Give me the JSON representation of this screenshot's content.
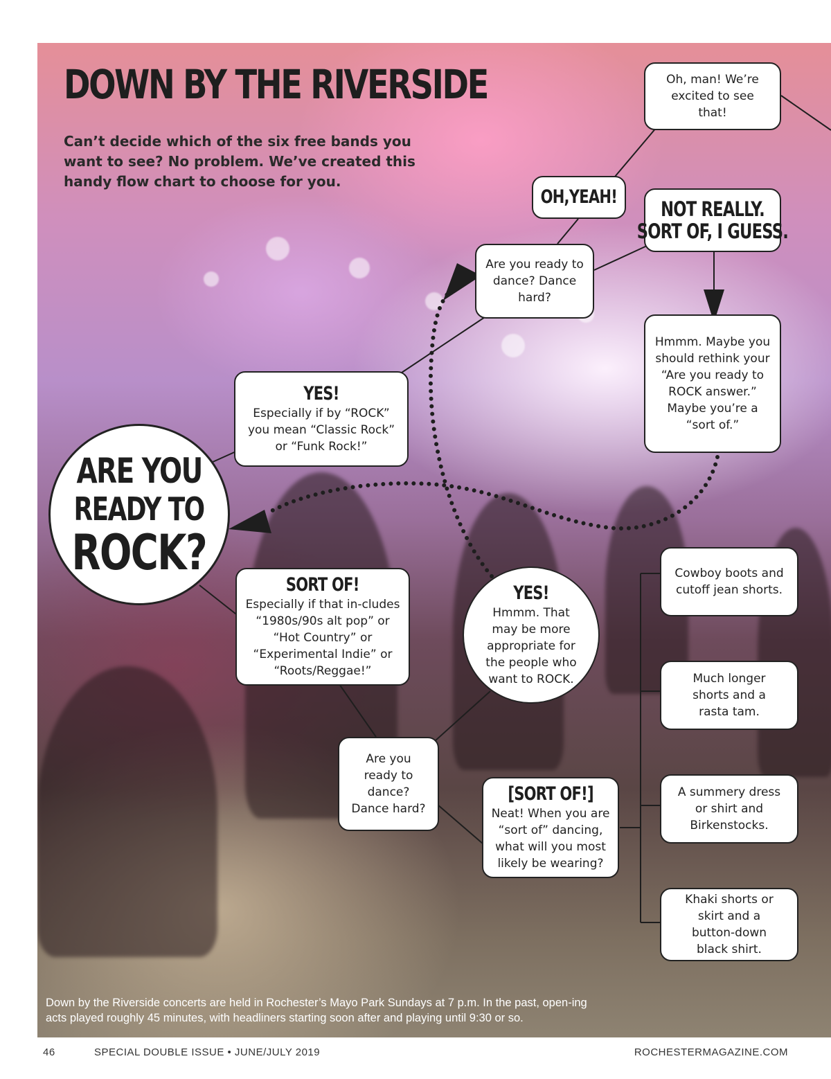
{
  "header": {
    "title": "DOWN BY THE RIVERSIDE",
    "intro": "Can’t decide which of the six free bands you want to see? No problem. We’ve created this handy flow chart to choose for you."
  },
  "flowchart": {
    "start": {
      "line1": "ARE YOU",
      "line2": "READY TO",
      "line3": "ROCK?"
    },
    "yes_rock": {
      "head": "YES!",
      "text": "Especially if by “ROCK” you mean “Classic Rock” or “Funk Rock!”"
    },
    "sort_of_rock": {
      "head": "SORT OF!",
      "text": "Especially if that in-cludes “1980s/90s alt pop” or “Hot Country” or “Experimental Indie” or “Roots/Reggae!”"
    },
    "dance_question_top": {
      "text": "Are you ready to dance? Dance hard?"
    },
    "oh_yeah": {
      "head": "OH,YEAH!"
    },
    "excited": {
      "text": "Oh, man! We’re excited to see that!"
    },
    "not_really": {
      "line1": "NOT REALLY.",
      "line2": "SORT OF, I GUESS."
    },
    "rethink": {
      "text": "Hmmm. Maybe you should rethink your “Are you ready to ROCK answer.” Maybe you’re a “sort of.”"
    },
    "dance_question_bottom": {
      "text": "Are you ready to dance? Dance hard?"
    },
    "yes_dance": {
      "head": "YES!",
      "text": "Hmmm. That may be more appropriate for the people who want to ROCK."
    },
    "sort_of_dance": {
      "head": "[SORT OF!]",
      "text": "Neat! When you are “sort of” dancing, what will you most likely be wearing?"
    },
    "outfits": [
      "Cowboy boots and cutoff jean shorts.",
      "Much longer shorts and a rasta tam.",
      "A summery dress or shirt and Birkenstocks.",
      "Khaki shorts or skirt  and a button-down black shirt."
    ]
  },
  "footer": {
    "note": "Down by the Riverside concerts are held in Rochester’s Mayo Park Sundays at 7 p.m. In the past, open-ing acts played roughly 45 minutes, with headliners starting soon after and playing until 9:30 or so.",
    "page_number": "46",
    "issue": "SPECIAL DOUBLE ISSUE • JUNE/JULY 2019",
    "site": "ROCHESTERMAGAZINE.COM"
  }
}
